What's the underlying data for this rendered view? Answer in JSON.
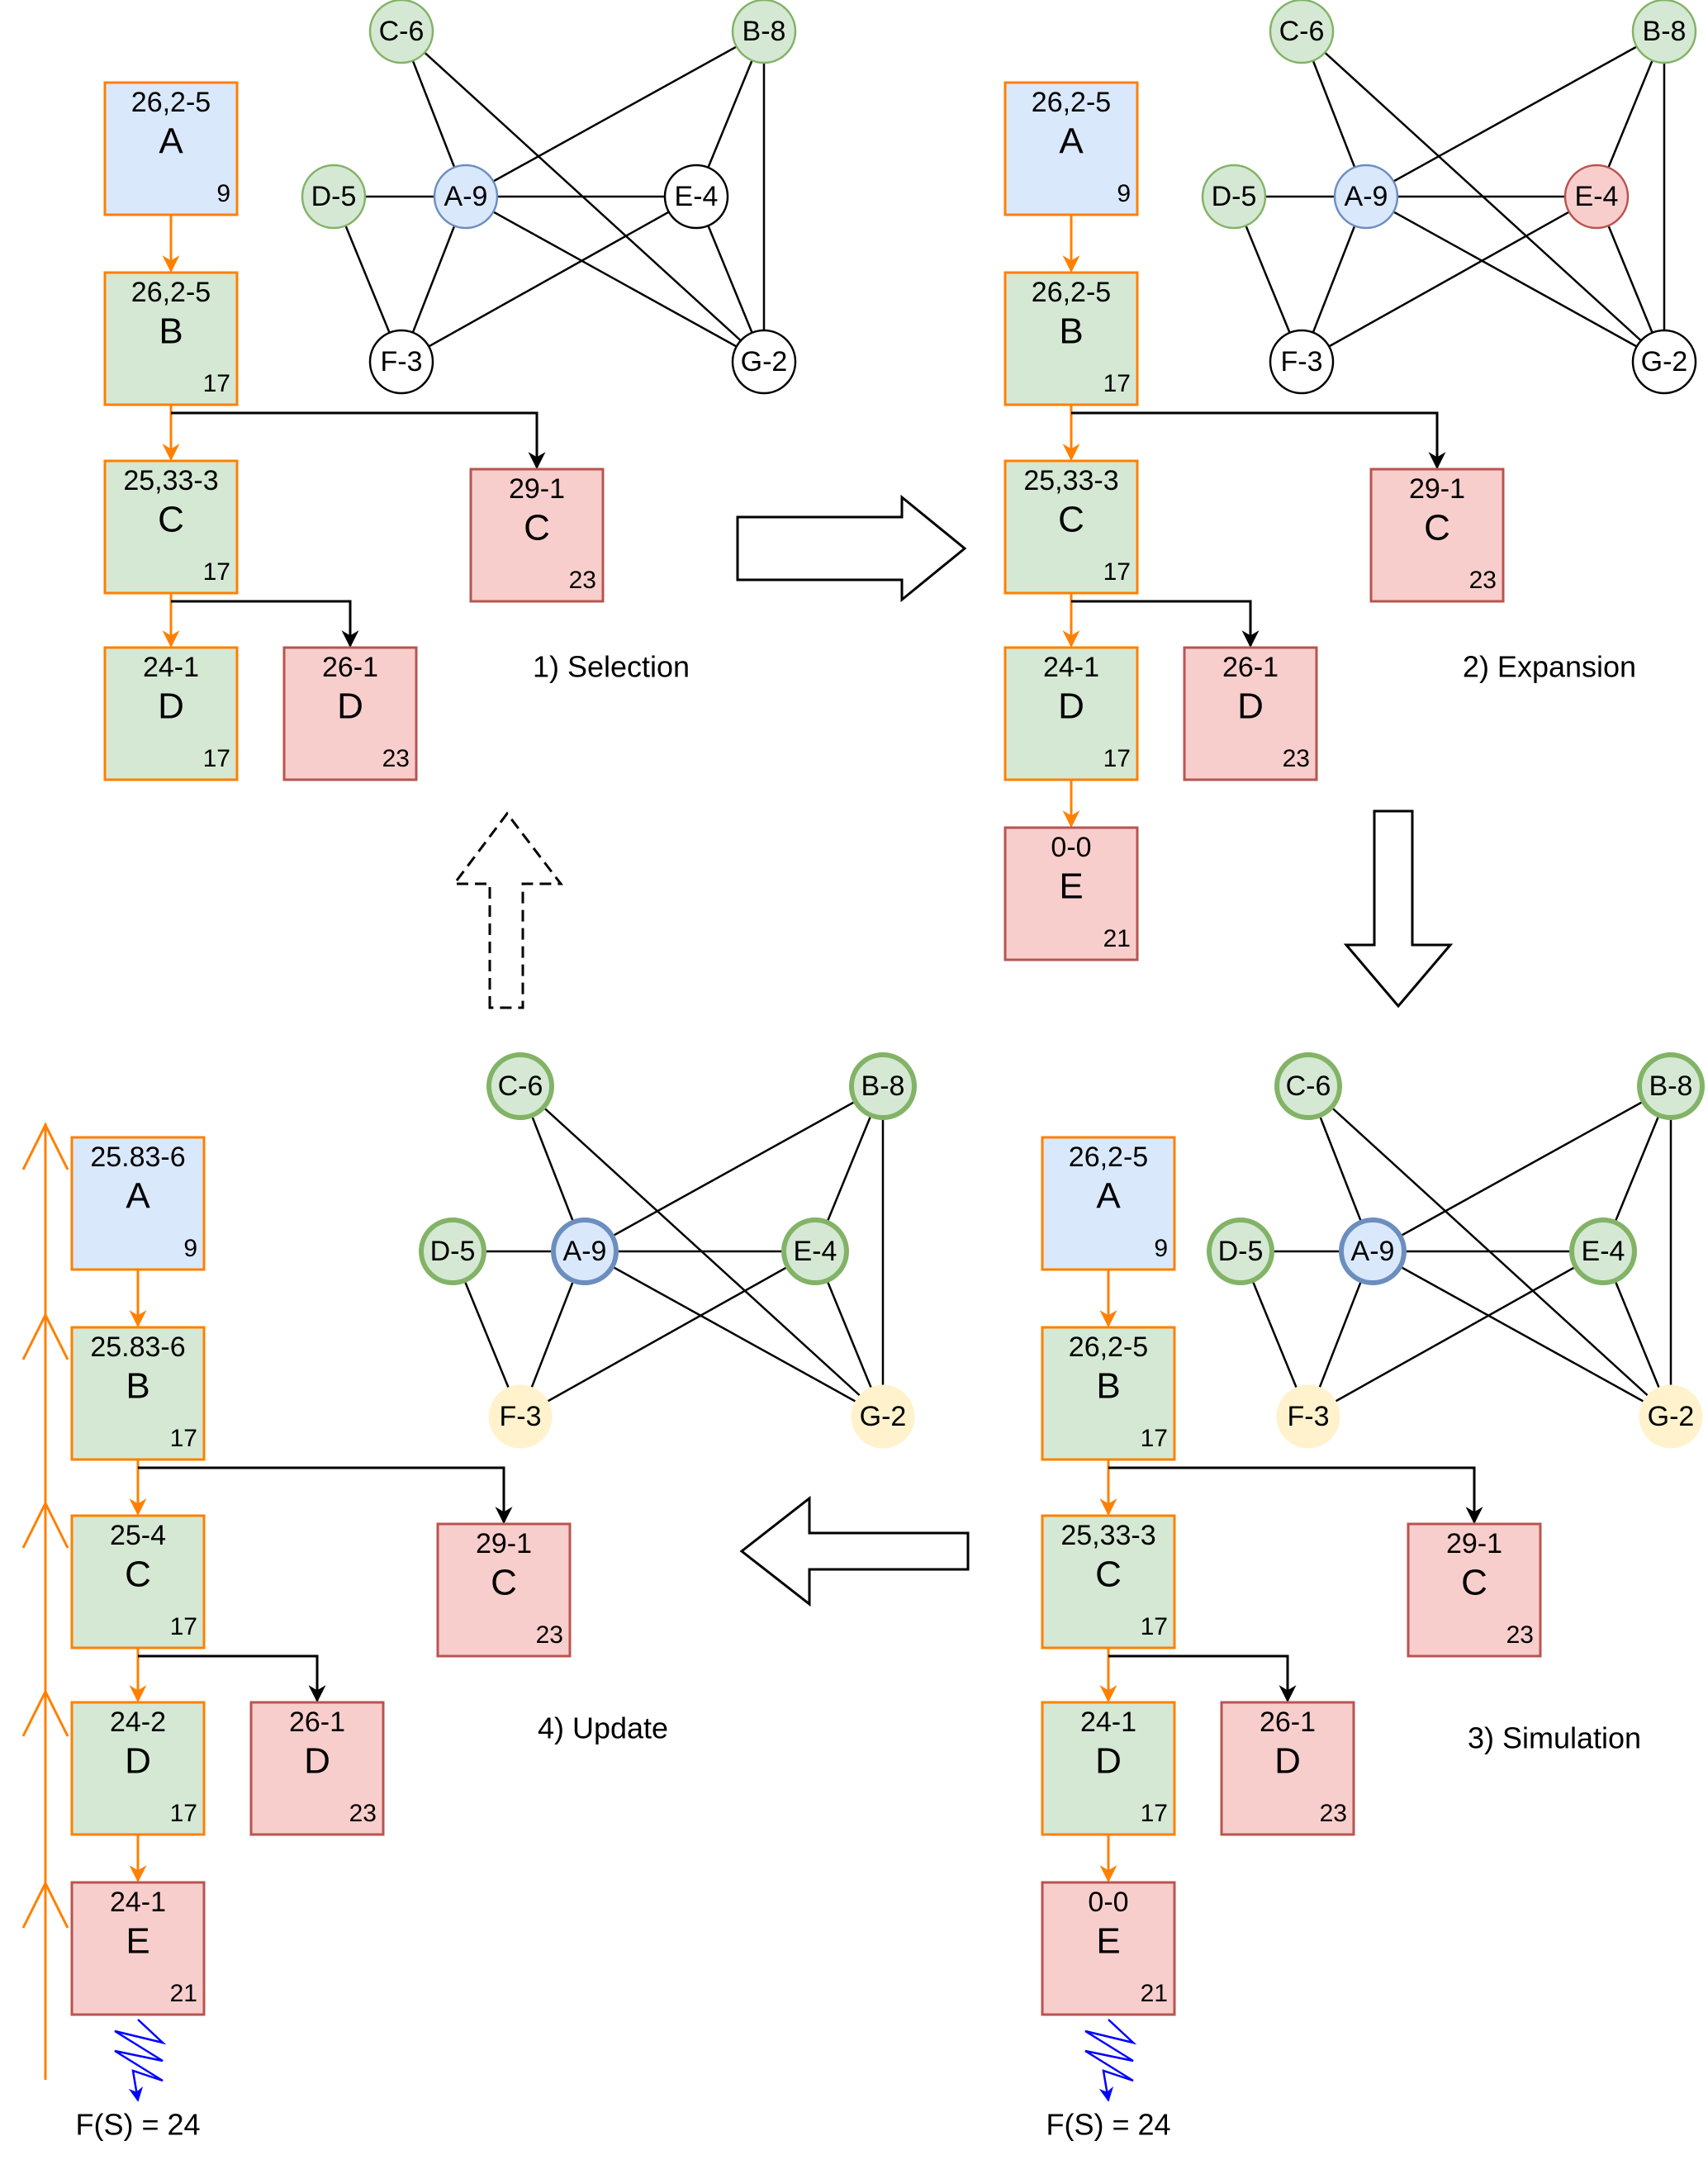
{
  "colors": {
    "blue_fill": "#dae8fc",
    "blue_stroke": "#6c8ebf",
    "green_fill": "#d5e8d4",
    "green_stroke": "#82b366",
    "red_fill": "#f8cecc",
    "red_stroke": "#b85450",
    "yellow_fill": "#fff2cc",
    "orange": "#ff8000",
    "black": "#000000",
    "blue": "#0000ff"
  },
  "panels": [
    {
      "id": "selection",
      "caption": "1) Selection",
      "graph": {
        "nodes": [
          {
            "id": "C",
            "label": "C-6",
            "style": "green"
          },
          {
            "id": "B",
            "label": "B-8",
            "style": "green"
          },
          {
            "id": "D",
            "label": "D-5",
            "style": "green"
          },
          {
            "id": "A",
            "label": "A-9",
            "style": "blue"
          },
          {
            "id": "E",
            "label": "E-4",
            "style": "plain"
          },
          {
            "id": "F",
            "label": "F-3",
            "style": "plain"
          },
          {
            "id": "G",
            "label": "G-2",
            "style": "plain"
          }
        ]
      },
      "tree": [
        {
          "top": "26,2-5",
          "letter": "A",
          "count": "9",
          "style": "blue"
        },
        {
          "top": "26,2-5",
          "letter": "B",
          "count": "17",
          "style": "green"
        },
        {
          "top": "29-1",
          "letter": "C",
          "count": "23",
          "style": "red"
        },
        {
          "top": "25,33-3",
          "letter": "C",
          "count": "17",
          "style": "green"
        },
        {
          "top": "24-1",
          "letter": "D",
          "count": "17",
          "style": "green"
        },
        {
          "top": "26-1",
          "letter": "D",
          "count": "23",
          "style": "red"
        }
      ]
    },
    {
      "id": "expansion",
      "caption": "2) Expansion",
      "graph": {
        "nodes": [
          {
            "id": "C",
            "label": "C-6",
            "style": "green"
          },
          {
            "id": "B",
            "label": "B-8",
            "style": "green"
          },
          {
            "id": "D",
            "label": "D-5",
            "style": "green"
          },
          {
            "id": "A",
            "label": "A-9",
            "style": "blue"
          },
          {
            "id": "E",
            "label": "E-4",
            "style": "red"
          },
          {
            "id": "F",
            "label": "F-3",
            "style": "plain"
          },
          {
            "id": "G",
            "label": "G-2",
            "style": "plain"
          }
        ]
      },
      "tree": [
        {
          "top": "26,2-5",
          "letter": "A",
          "count": "9",
          "style": "blue"
        },
        {
          "top": "26,2-5",
          "letter": "B",
          "count": "17",
          "style": "green"
        },
        {
          "top": "29-1",
          "letter": "C",
          "count": "23",
          "style": "red"
        },
        {
          "top": "25,33-3",
          "letter": "C",
          "count": "17",
          "style": "green"
        },
        {
          "top": "24-1",
          "letter": "D",
          "count": "17",
          "style": "green"
        },
        {
          "top": "26-1",
          "letter": "D",
          "count": "23",
          "style": "red"
        },
        {
          "top": "0-0",
          "letter": "E",
          "count": "21",
          "style": "red"
        }
      ]
    },
    {
      "id": "simulation",
      "caption": "3) Simulation",
      "result": "F(S) = 24",
      "graph": {
        "nodes": [
          {
            "id": "C",
            "label": "C-6",
            "style": "green-bold"
          },
          {
            "id": "B",
            "label": "B-8",
            "style": "green-bold"
          },
          {
            "id": "D",
            "label": "D-5",
            "style": "green-bold"
          },
          {
            "id": "A",
            "label": "A-9",
            "style": "blue-bold"
          },
          {
            "id": "E",
            "label": "E-4",
            "style": "green-bold"
          },
          {
            "id": "F",
            "label": "F-3",
            "style": "yellow"
          },
          {
            "id": "G",
            "label": "G-2",
            "style": "yellow"
          }
        ]
      },
      "tree": [
        {
          "top": "26,2-5",
          "letter": "A",
          "count": "9",
          "style": "blue"
        },
        {
          "top": "26,2-5",
          "letter": "B",
          "count": "17",
          "style": "green"
        },
        {
          "top": "29-1",
          "letter": "C",
          "count": "23",
          "style": "red"
        },
        {
          "top": "25,33-3",
          "letter": "C",
          "count": "17",
          "style": "green"
        },
        {
          "top": "24-1",
          "letter": "D",
          "count": "17",
          "style": "green"
        },
        {
          "top": "26-1",
          "letter": "D",
          "count": "23",
          "style": "red"
        },
        {
          "top": "0-0",
          "letter": "E",
          "count": "21",
          "style": "red"
        }
      ]
    },
    {
      "id": "update",
      "caption": "4) Update",
      "result": "F(S) = 24",
      "graph": {
        "nodes": [
          {
            "id": "C",
            "label": "C-6",
            "style": "green-bold"
          },
          {
            "id": "B",
            "label": "B-8",
            "style": "green-bold"
          },
          {
            "id": "D",
            "label": "D-5",
            "style": "green-bold"
          },
          {
            "id": "A",
            "label": "A-9",
            "style": "blue-bold"
          },
          {
            "id": "E",
            "label": "E-4",
            "style": "green-bold"
          },
          {
            "id": "F",
            "label": "F-3",
            "style": "yellow"
          },
          {
            "id": "G",
            "label": "G-2",
            "style": "yellow"
          }
        ]
      },
      "tree": [
        {
          "top": "25.83-6",
          "letter": "A",
          "count": "9",
          "style": "blue"
        },
        {
          "top": "25.83-6",
          "letter": "B",
          "count": "17",
          "style": "green"
        },
        {
          "top": "29-1",
          "letter": "C",
          "count": "23",
          "style": "red"
        },
        {
          "top": "25-4",
          "letter": "C",
          "count": "17",
          "style": "green"
        },
        {
          "top": "24-2",
          "letter": "D",
          "count": "17",
          "style": "green"
        },
        {
          "top": "26-1",
          "letter": "D",
          "count": "23",
          "style": "red"
        },
        {
          "top": "24-1",
          "letter": "E",
          "count": "21",
          "style": "red"
        }
      ]
    }
  ]
}
